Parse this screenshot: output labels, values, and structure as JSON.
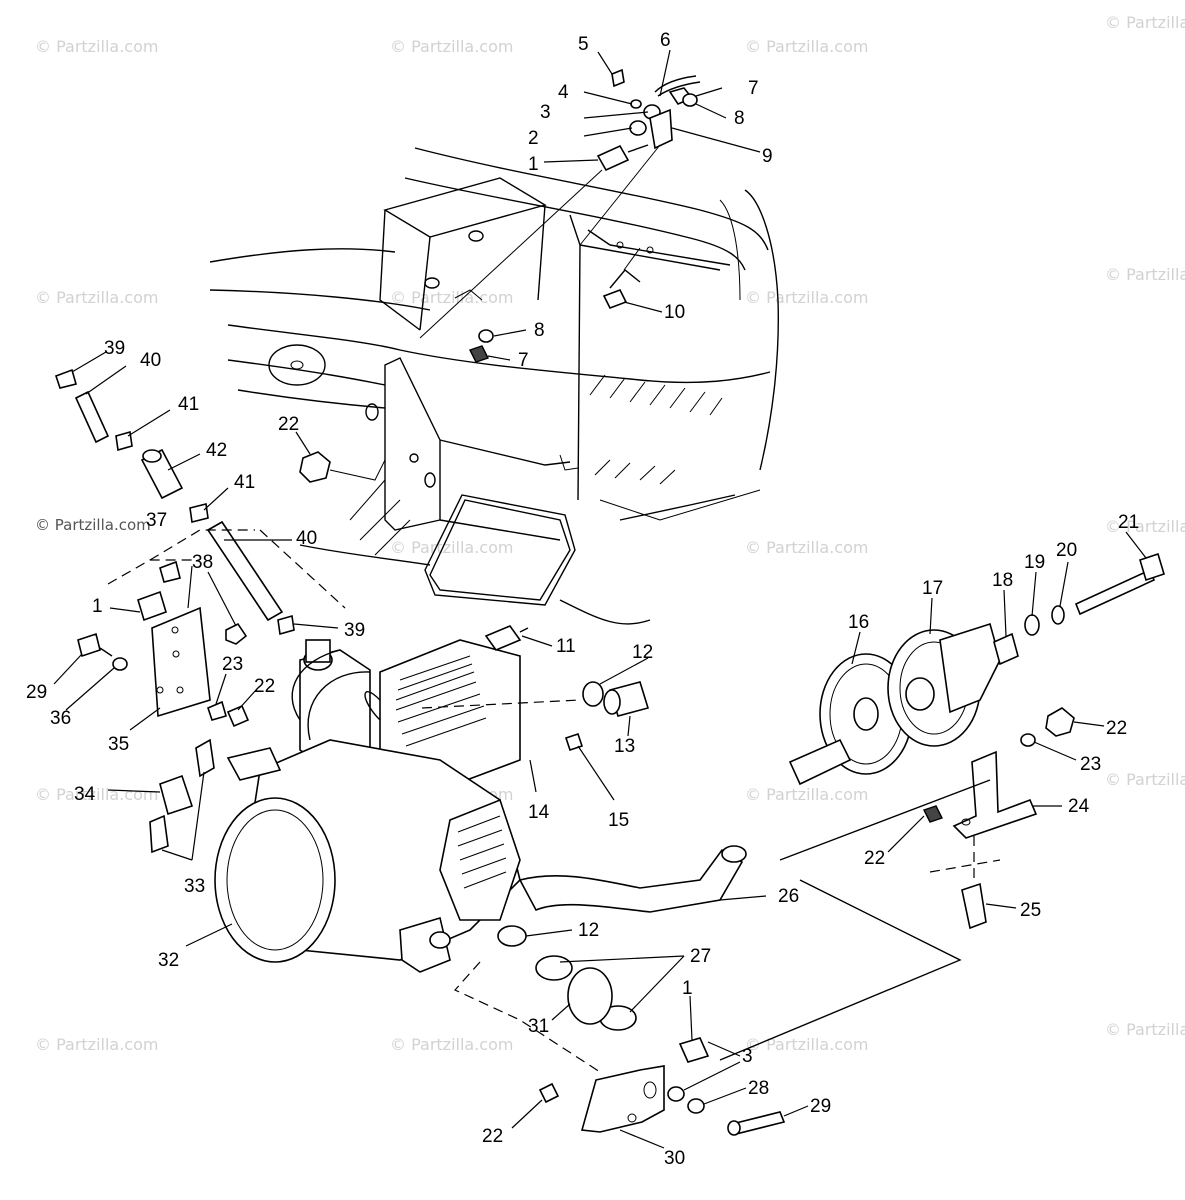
{
  "watermark": {
    "text": "© Partzilla.com",
    "corner_text": "© Partzilla.com"
  },
  "callouts": [
    "1",
    "2",
    "3",
    "4",
    "5",
    "6",
    "7",
    "8",
    "9",
    "10",
    "11",
    "12",
    "13",
    "14",
    "15",
    "16",
    "17",
    "18",
    "19",
    "20",
    "21",
    "22",
    "23",
    "24",
    "25",
    "26",
    "27",
    "28",
    "29",
    "30",
    "31",
    "32",
    "33",
    "34",
    "35",
    "36",
    "37",
    "38",
    "39",
    "40",
    "41",
    "42"
  ]
}
